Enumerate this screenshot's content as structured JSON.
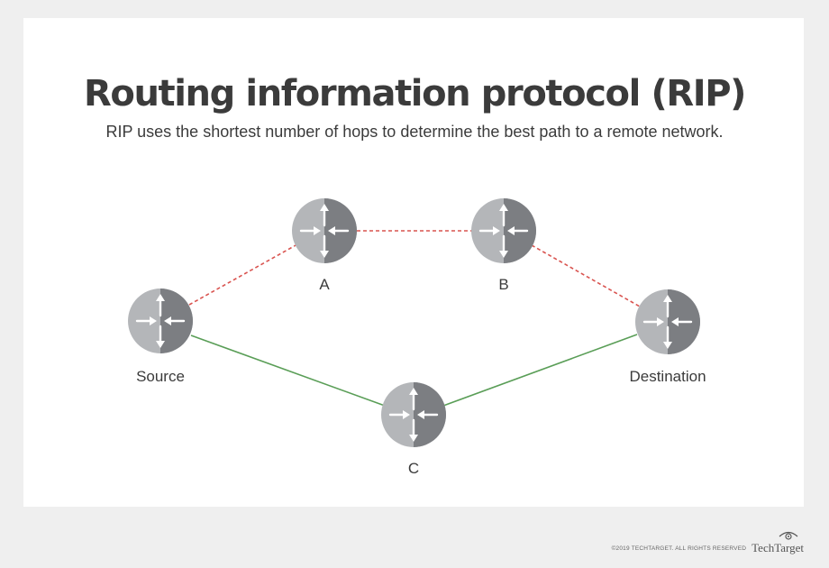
{
  "title": "Routing information protocol (RIP)",
  "subtitle": "RIP uses the shortest number of hops to determine the best path to a remote network.",
  "nodes": {
    "source": "Source",
    "a": "A",
    "b": "B",
    "destination": "Destination",
    "c": "C"
  },
  "colors": {
    "dashed_path": "#d9534f",
    "solid_path": "#5a9e57",
    "router_light": "#b4b6b9",
    "router_dark": "#7c7e82"
  },
  "footer": {
    "copyright": "©2019 TECHTARGET. ALL RIGHTS RESERVED",
    "brand": "TechTarget"
  }
}
